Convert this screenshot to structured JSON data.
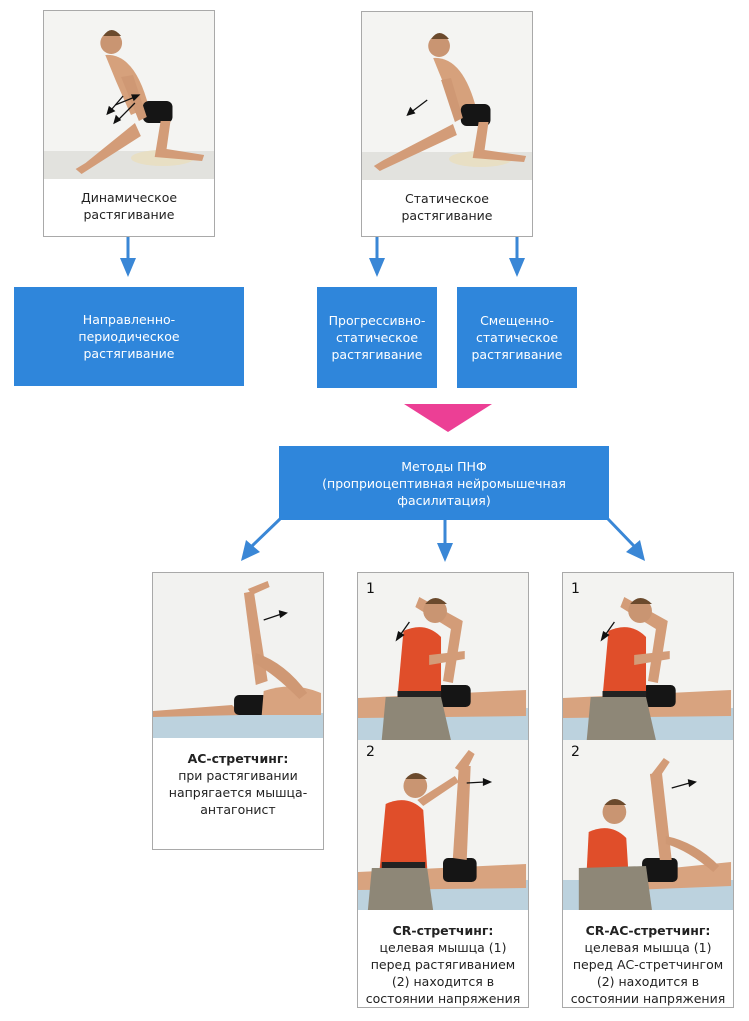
{
  "top_row": {
    "dynamic": {
      "label": "Динамическое растягивание"
    },
    "static": {
      "label": "Статическое растягивание"
    }
  },
  "second_row": [
    {
      "label": "Направленно-периодическое растягивание"
    },
    {
      "label": "Прогрессивно-статическое растягивание"
    },
    {
      "label": "Смещенно-статическое растягивание"
    }
  ],
  "pnf": {
    "title": "Методы ПНФ",
    "subtitle": "(проприоцептивная нейромышечная фасилитация)"
  },
  "bottom_row": [
    {
      "title": "АС-стретчинг:",
      "text": "при растягивании напрягается мышца-антагонист"
    },
    {
      "title": "CR-стретчинг:",
      "text": "целевая мышца (1) перед растягиванием (2) находится в состоянии напряжения",
      "step1": "1",
      "step2": "2"
    },
    {
      "title": "CR-АС-стретчинг:",
      "text": "целевая мышца (1) перед АС-стретчингом (2) находится в состоянии напряжения",
      "step1": "1",
      "step2": "2"
    }
  ],
  "colors": {
    "box_blue": "#2f86db",
    "arrow_blue": "#3a87d6",
    "pink": "#ec3f95",
    "border": "#a9a9a9"
  }
}
